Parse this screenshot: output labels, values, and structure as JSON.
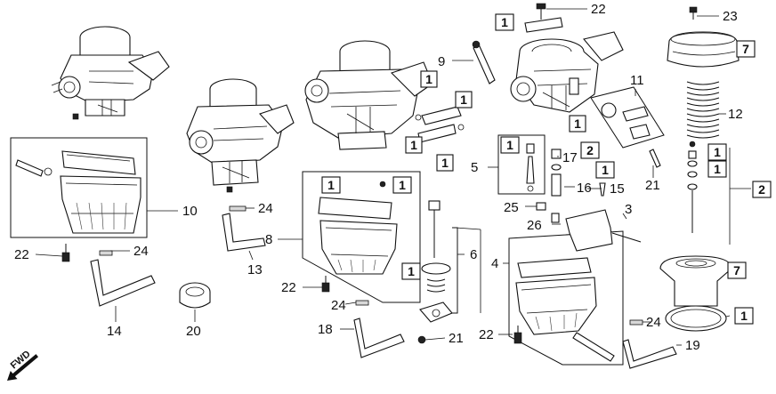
{
  "callouts": {
    "c1": "1",
    "c2": "2",
    "c3": "3",
    "c4": "4",
    "c5": "5",
    "c6": "6",
    "c7": "7",
    "c8": "8",
    "c9": "9",
    "c10": "10",
    "c11": "11",
    "c12": "12",
    "c13": "13",
    "c14": "14",
    "c15": "15",
    "c16": "16",
    "c17": "17",
    "c18": "18",
    "c19": "19",
    "c20": "20",
    "c21": "21",
    "c22": "22",
    "c23": "23",
    "c24": "24",
    "c25": "25",
    "c26": "26"
  },
  "fwd_label": "FWD",
  "colors": {
    "ink": "#111111",
    "paper": "#ffffff"
  },
  "icons": {
    "fwd_arrow": "fwd-arrow-icon"
  }
}
